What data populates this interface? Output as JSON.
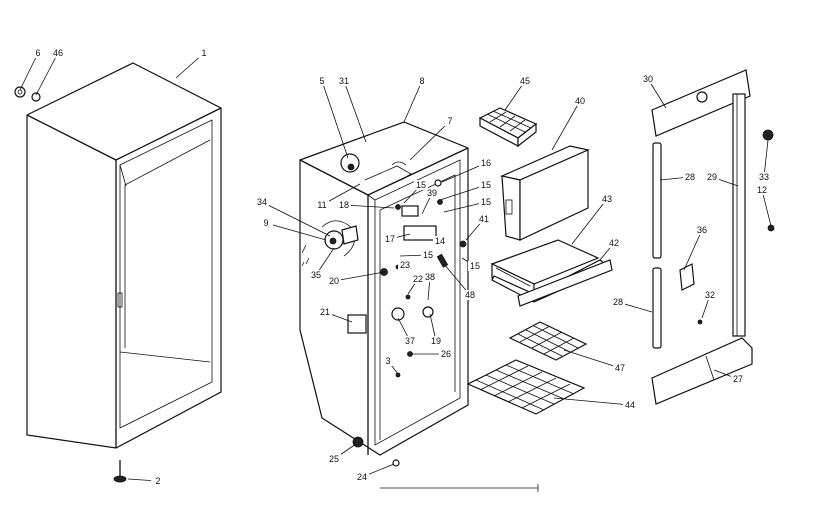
{
  "diagram": {
    "parts": [
      {
        "key": "p6",
        "text": "6"
      },
      {
        "key": "p46",
        "text": "46"
      },
      {
        "key": "p1",
        "text": "1"
      },
      {
        "key": "p2",
        "text": "2"
      },
      {
        "key": "p5",
        "text": "5"
      },
      {
        "key": "p31",
        "text": "31"
      },
      {
        "key": "p8",
        "text": "8"
      },
      {
        "key": "p7",
        "text": "7"
      },
      {
        "key": "p45",
        "text": "45"
      },
      {
        "key": "p40",
        "text": "40"
      },
      {
        "key": "p30",
        "text": "30"
      },
      {
        "key": "p33",
        "text": "33"
      },
      {
        "key": "p12",
        "text": "12"
      },
      {
        "key": "p16",
        "text": "16"
      },
      {
        "key": "p15a",
        "text": "15"
      },
      {
        "key": "p15b",
        "text": "15"
      },
      {
        "key": "p15c",
        "text": "15"
      },
      {
        "key": "p11",
        "text": "11"
      },
      {
        "key": "p39",
        "text": "39"
      },
      {
        "key": "p18",
        "text": "18"
      },
      {
        "key": "p34",
        "text": "34"
      },
      {
        "key": "p9",
        "text": "9"
      },
      {
        "key": "p17",
        "text": "17"
      },
      {
        "key": "p14",
        "text": "14"
      },
      {
        "key": "p41",
        "text": "41"
      },
      {
        "key": "p15d",
        "text": "15"
      },
      {
        "key": "p15e",
        "text": "15"
      },
      {
        "key": "p35",
        "text": "35"
      },
      {
        "key": "p20",
        "text": "20"
      },
      {
        "key": "p23",
        "text": "23"
      },
      {
        "key": "p22",
        "text": "22"
      },
      {
        "key": "p38",
        "text": "38"
      },
      {
        "key": "p48",
        "text": "48"
      },
      {
        "key": "p43",
        "text": "43"
      },
      {
        "key": "p42",
        "text": "42"
      },
      {
        "key": "p28a",
        "text": "28"
      },
      {
        "key": "p29",
        "text": "29"
      },
      {
        "key": "p36",
        "text": "36"
      },
      {
        "key": "p28b",
        "text": "28"
      },
      {
        "key": "p32",
        "text": "32"
      },
      {
        "key": "p21",
        "text": "21"
      },
      {
        "key": "p37",
        "text": "37"
      },
      {
        "key": "p19",
        "text": "19"
      },
      {
        "key": "p26",
        "text": "26"
      },
      {
        "key": "p3",
        "text": "3"
      },
      {
        "key": "p47",
        "text": "47"
      },
      {
        "key": "p44",
        "text": "44"
      },
      {
        "key": "p27",
        "text": "27"
      },
      {
        "key": "p25",
        "text": "25"
      },
      {
        "key": "p24",
        "text": "24"
      }
    ]
  }
}
